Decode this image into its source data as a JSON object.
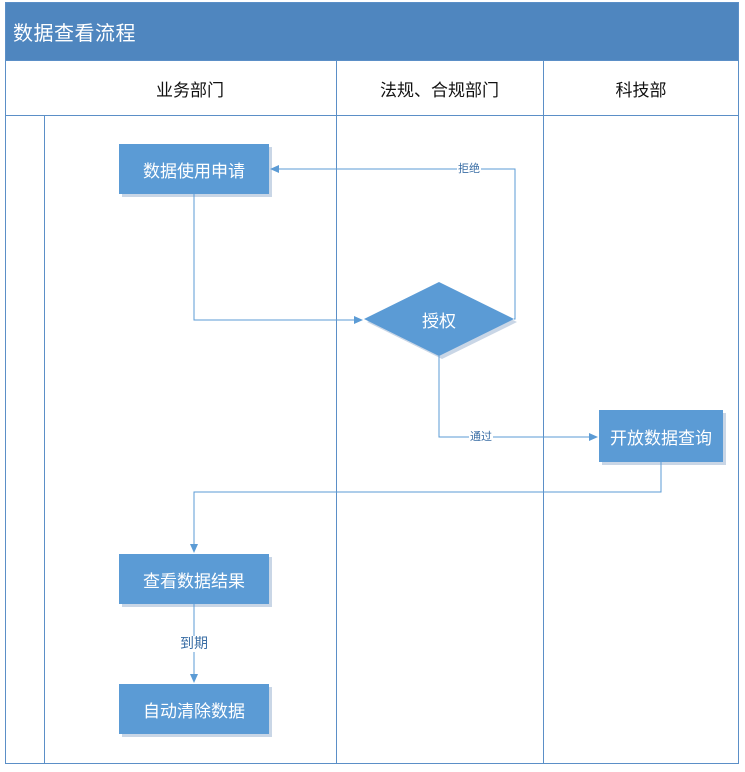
{
  "title": "数据查看流程",
  "lanes": [
    {
      "label": "业务部门"
    },
    {
      "label": "法规、合规部门"
    },
    {
      "label": "科技部"
    }
  ],
  "nodes": {
    "request": "数据使用申请",
    "authorize": "授权",
    "open_query": "开放数据查询",
    "view_results": "查看数据结果",
    "auto_clear": "自动清除数据"
  },
  "edges": {
    "reject": "拒绝",
    "approve": "通过",
    "expire": "到期"
  },
  "colors": {
    "title_bar": "#4f86bf",
    "node_fill": "#5b9bd5",
    "border": "#5b8fc7",
    "connector": "#5b9bd5"
  }
}
